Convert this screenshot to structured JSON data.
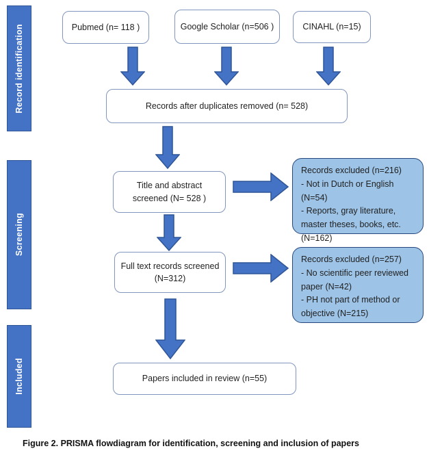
{
  "figure": {
    "caption": "Figure 2. PRISMA flowdiagram for identification, screening and inclusion of papers"
  },
  "sidebar": {
    "stages": [
      {
        "label": "Record identification"
      },
      {
        "label": "Screening"
      },
      {
        "label": "Included"
      }
    ]
  },
  "flow": {
    "sources": [
      {
        "label": "Pubmed  (n= 118 )"
      },
      {
        "label": "Google Scholar (n=506  )"
      },
      {
        "label": "CINAHL (n=15)"
      }
    ],
    "duplicates_removed": {
      "label": "Records after duplicates removed (n=  528)"
    },
    "title_abstract": {
      "line1": "Title and abstract",
      "line2": "screened (N= 528 )"
    },
    "excluded1": {
      "lines": [
        "Records excluded (n=216)",
        "- Not in Dutch or English (N=54)",
        "- Reports, gray literature,",
        "master theses, books, etc.",
        "(N=162)"
      ]
    },
    "full_text": {
      "line1": "Full text records screened",
      "line2": "(N=312)"
    },
    "excluded2": {
      "lines": [
        "Records excluded (n=257)",
        "- No scientific peer reviewed",
        "paper (N=42)",
        "- PH not part of method or",
        "objective (N=215)"
      ]
    },
    "included": {
      "label": "Papers included in review (n=55)"
    }
  },
  "colors": {
    "stage_bar_fill": "#4472c4",
    "stage_bar_border": "#2f5597",
    "arrow_fill": "#4472c4",
    "arrow_border": "#2f5597",
    "excluded_fill": "#9dc3e6",
    "excluded_border": "#26477e",
    "process_box_border": "#8096be"
  }
}
